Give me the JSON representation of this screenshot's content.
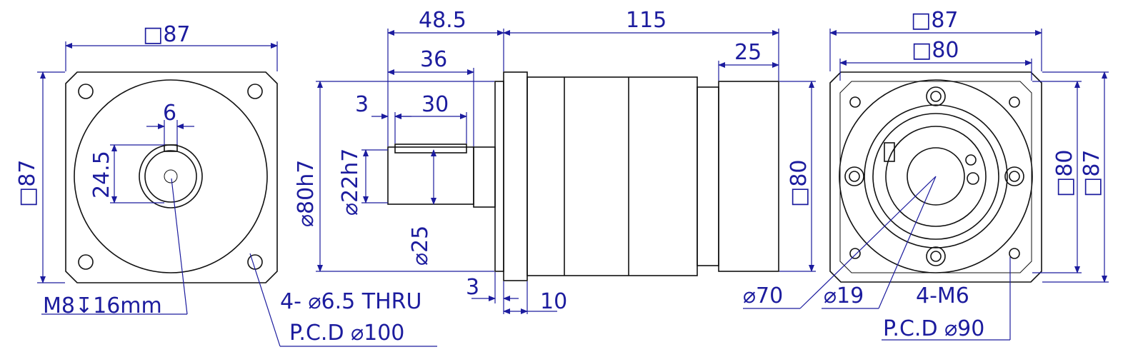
{
  "colors": {
    "dimension": "#1c1c9e",
    "outline": "#111111",
    "background": "#ffffff"
  },
  "left_view": {
    "flange_square": "□87",
    "flange_square_side": "□87",
    "keyway_width": "6",
    "shaft_key_height": "24.5",
    "center_thread": "M8",
    "center_thread_depth_symbol": "↧",
    "center_thread_depth": "16mm",
    "mount_holes": "4- ⌀6.5 THRU",
    "mount_pcd": "P.C.D ⌀100"
  },
  "side_view": {
    "flange_offset": "48.5",
    "total_length": "115",
    "shaft_length": "36",
    "input_length": "25",
    "key_offset": "3",
    "key_length": "30",
    "pilot_diameter": "⌀80h7",
    "shaft_diameter": "⌀22h7",
    "shaft_shoulder": "⌀25",
    "body_square": "□80",
    "pilot_depth": "3",
    "flange_thickness": "10"
  },
  "right_view": {
    "outer_square": "□87",
    "inner_square": "□80",
    "side_inner": "□80",
    "side_outer": "□87",
    "input_diameter": "⌀70",
    "bore_diameter": "⌀19",
    "threads": "4-M6",
    "pcd": "P.C.D ⌀90"
  }
}
